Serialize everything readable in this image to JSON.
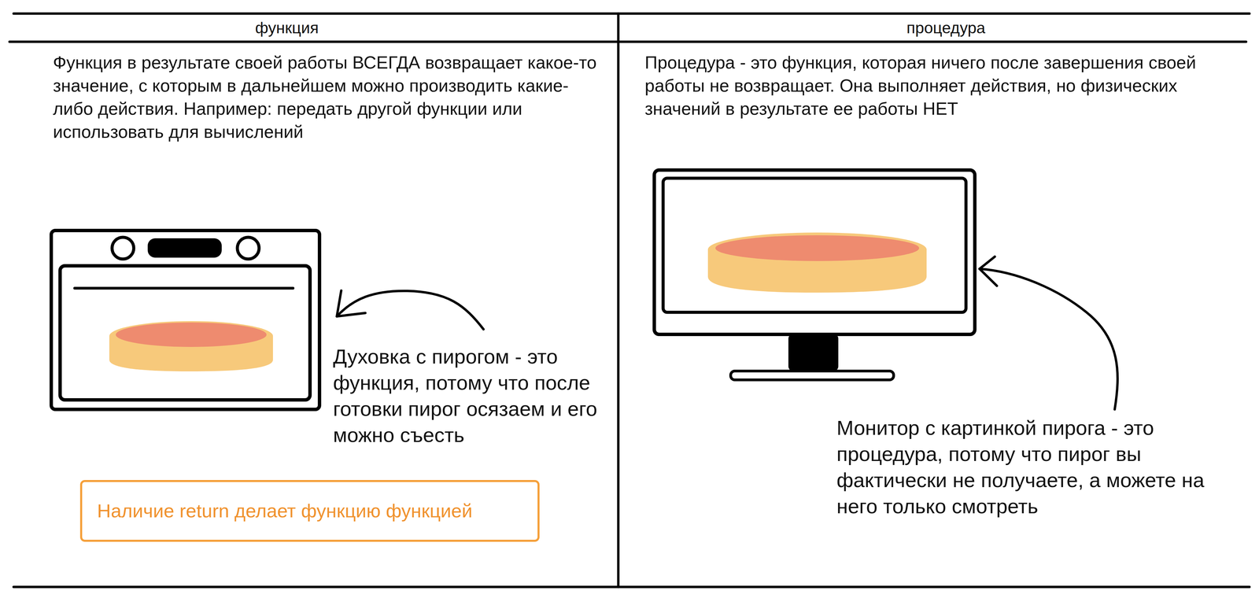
{
  "diagram": {
    "nodes": [
      {
        "text": [
          "Наличие return делает функцию функцией"
        ]
      }
    ],
    "labels": [
      "функция",
      "процедура",
      "Функция в результате своей работы ВСЕГДА возвращает какое-то значение, с которым в дальнейшем можно производить какие-либо действия. Например: передать другой функции или использовать для вычислений",
      "Процедура - это функция, которая ничего после завершения своей работы не возвращает. Она выполняет действия, но физических значений в результате ее работы НЕТ",
      "Духовка с пирогом - это функция, потому что после готовки пирог осязаем и его можно съесть",
      "Монитор с картинкой пирога - это процедура, потому что пирог вы фактически не получаете, а можете на него только смотреть"
    ]
  }
}
